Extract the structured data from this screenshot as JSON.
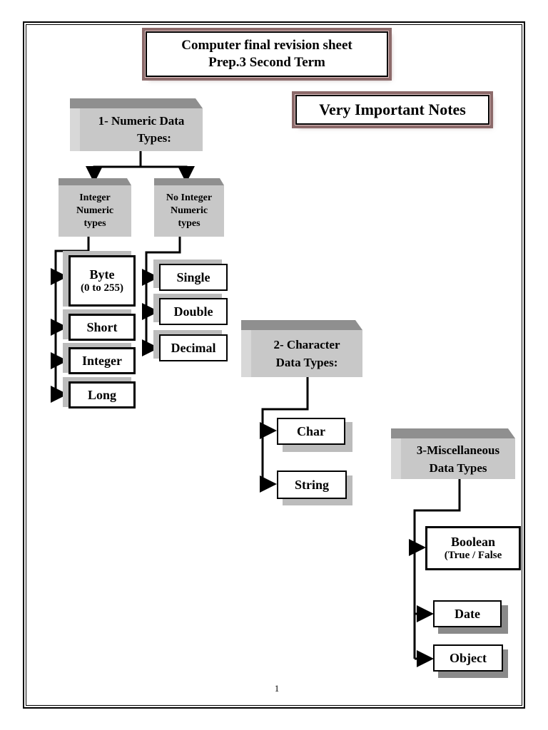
{
  "header": {
    "title_line1": "Computer final revision sheet",
    "title_line2": "Prep.3 Second Term",
    "notes": "Very Important Notes"
  },
  "numeric": {
    "label_line1": "1-  Numeric Data",
    "label_line2": "Types:",
    "integer_line1": "Integer",
    "integer_line2": "Numeric",
    "integer_line3": "types",
    "nointeger_line1": "No Integer",
    "nointeger_line2": "Numeric",
    "nointeger_line3": "types",
    "integer_items": [
      "Byte",
      "Short",
      "Integer",
      "Long"
    ],
    "byte_range": "(0 to 255)",
    "nointeger_items": [
      "Single",
      "Double",
      "Decimal"
    ]
  },
  "character": {
    "label_line1": "2-  Character",
    "label_line2": "Data Types:",
    "items": [
      "Char",
      "String"
    ]
  },
  "misc": {
    "label_line1": "3-Miscellaneous",
    "label_line2": "Data Types",
    "items": [
      "Boolean",
      "Date",
      "Object"
    ],
    "boolean_values": "(True / False"
  },
  "footer": {
    "page_number": "1"
  }
}
